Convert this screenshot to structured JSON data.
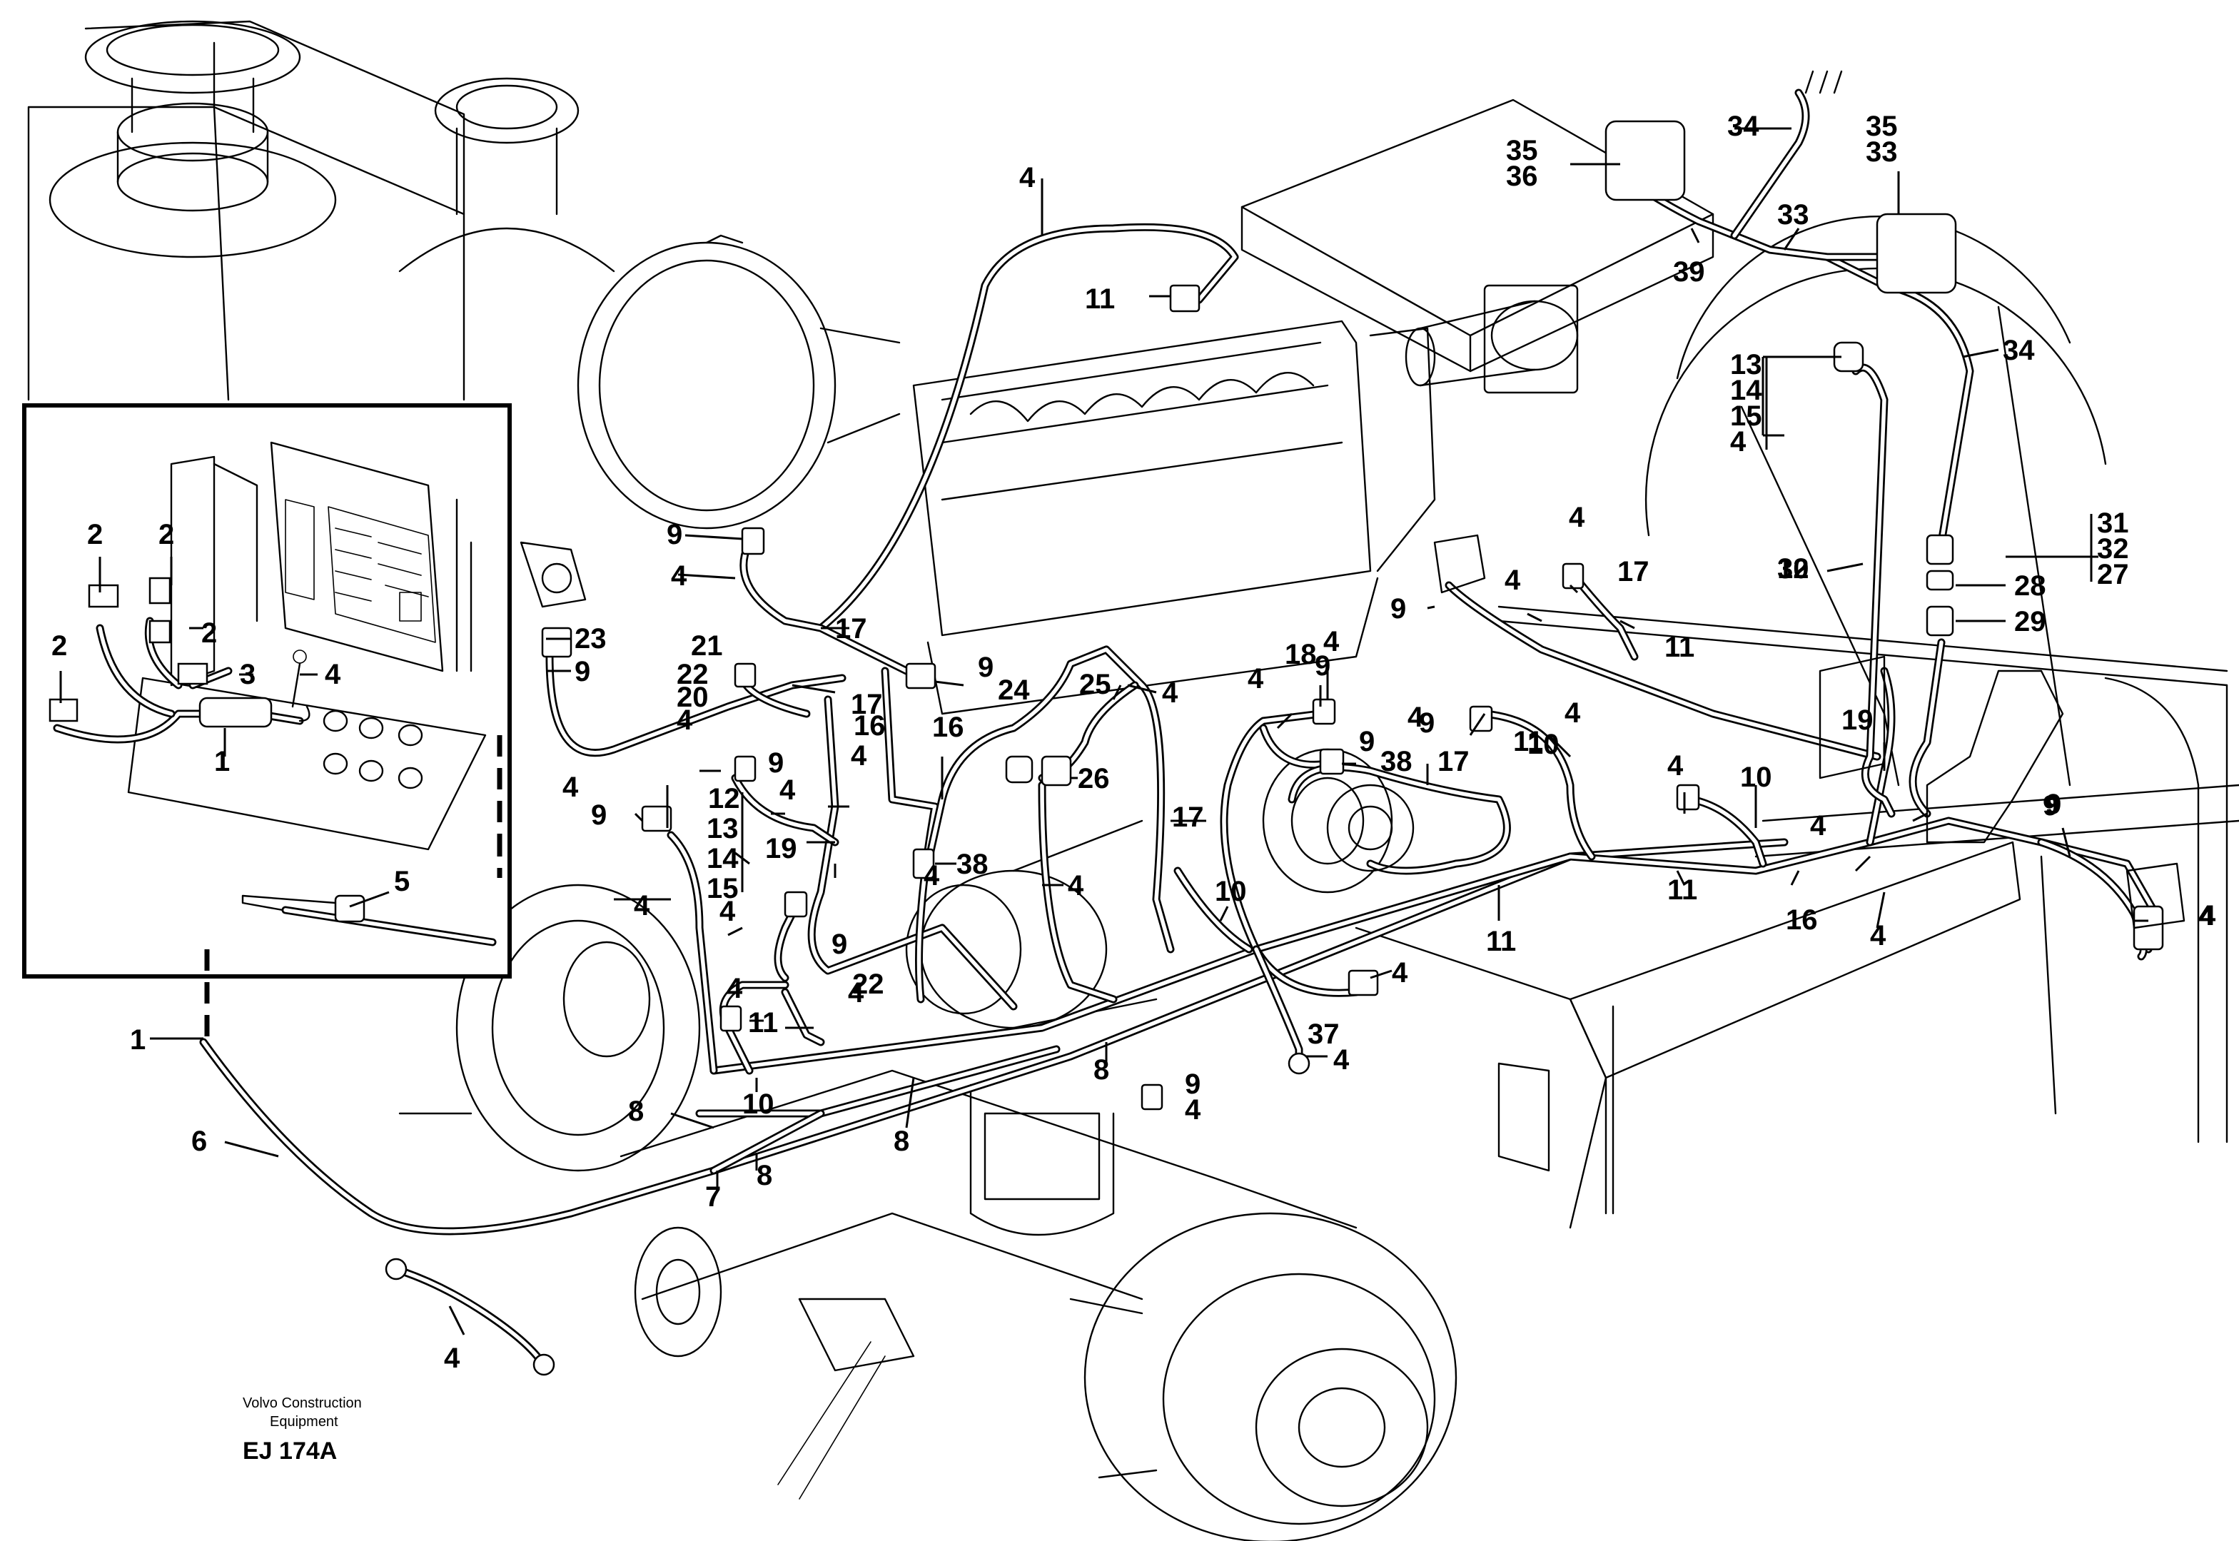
{
  "figure": {
    "publisher_line1": "Volvo Construction",
    "publisher_line2": "Equipment",
    "code": "EJ 174A"
  },
  "callouts": [
    {
      "id": "c1",
      "text": "2"
    },
    {
      "id": "c2",
      "text": "2"
    },
    {
      "id": "c3",
      "text": "2"
    },
    {
      "id": "c4",
      "text": "2"
    },
    {
      "id": "c5",
      "text": "3"
    },
    {
      "id": "c6",
      "text": "4"
    },
    {
      "id": "c7",
      "text": "1"
    },
    {
      "id": "c8",
      "text": "5"
    },
    {
      "id": "c9",
      "text": "1"
    },
    {
      "id": "c10",
      "text": "6"
    },
    {
      "id": "c11",
      "text": "7"
    },
    {
      "id": "c12",
      "text": "8"
    },
    {
      "id": "c13",
      "text": "8"
    },
    {
      "id": "c14",
      "text": "8"
    },
    {
      "id": "c15",
      "text": "8"
    },
    {
      "id": "c16",
      "text": "10"
    },
    {
      "id": "c17",
      "text": "11"
    },
    {
      "id": "c18",
      "text": "4"
    },
    {
      "id": "c19",
      "text": "4"
    },
    {
      "id": "c20",
      "text": "4"
    },
    {
      "id": "c21",
      "text": "4"
    },
    {
      "id": "c22",
      "text": "9"
    },
    {
      "id": "c23",
      "text": "12"
    },
    {
      "id": "c24",
      "text": "13"
    },
    {
      "id": "c25",
      "text": "14"
    },
    {
      "id": "c26",
      "text": "15"
    },
    {
      "id": "c27",
      "text": "9"
    },
    {
      "id": "c28",
      "text": "4"
    },
    {
      "id": "c29",
      "text": "19"
    },
    {
      "id": "c30",
      "text": "9"
    },
    {
      "id": "c31",
      "text": "4"
    },
    {
      "id": "c32",
      "text": "16"
    },
    {
      "id": "c33",
      "text": "17"
    },
    {
      "id": "c34",
      "text": "4"
    },
    {
      "id": "c35",
      "text": "9"
    },
    {
      "id": "c36",
      "text": "4"
    },
    {
      "id": "c37",
      "text": "17"
    },
    {
      "id": "c38",
      "text": "11"
    },
    {
      "id": "c39",
      "text": "23"
    },
    {
      "id": "c40",
      "text": "9"
    },
    {
      "id": "c41",
      "text": "21"
    },
    {
      "id": "c42",
      "text": "22"
    },
    {
      "id": "c43",
      "text": "20"
    },
    {
      "id": "c44",
      "text": "4"
    },
    {
      "id": "c45",
      "text": "4"
    },
    {
      "id": "c46",
      "text": "16"
    },
    {
      "id": "c47",
      "text": "4"
    },
    {
      "id": "c48",
      "text": "22"
    },
    {
      "id": "c49",
      "text": "9"
    },
    {
      "id": "c50",
      "text": "24"
    },
    {
      "id": "c51",
      "text": "4"
    },
    {
      "id": "c52",
      "text": "25"
    },
    {
      "id": "c53",
      "text": "26"
    },
    {
      "id": "c54",
      "text": "38"
    },
    {
      "id": "c55",
      "text": "4"
    },
    {
      "id": "c56",
      "text": "17"
    },
    {
      "id": "c57",
      "text": "4"
    },
    {
      "id": "c58",
      "text": "18"
    },
    {
      "id": "c59",
      "text": "9"
    },
    {
      "id": "c60",
      "text": "4"
    },
    {
      "id": "c61",
      "text": "9"
    },
    {
      "id": "c62",
      "text": "38"
    },
    {
      "id": "c63",
      "text": "17"
    },
    {
      "id": "c64",
      "text": "10"
    },
    {
      "id": "c65",
      "text": "11"
    },
    {
      "id": "c66",
      "text": "4"
    },
    {
      "id": "c67",
      "text": "37"
    },
    {
      "id": "c68",
      "text": "4"
    },
    {
      "id": "c69",
      "text": "9"
    },
    {
      "id": "c70",
      "text": "4"
    },
    {
      "id": "c71",
      "text": "11"
    },
    {
      "id": "c72",
      "text": "9"
    },
    {
      "id": "c73",
      "text": "9"
    },
    {
      "id": "c74",
      "text": "4"
    },
    {
      "id": "c75",
      "text": "4"
    },
    {
      "id": "c76",
      "text": "17"
    },
    {
      "id": "c77",
      "text": "4"
    },
    {
      "id": "c78",
      "text": "11"
    },
    {
      "id": "c79",
      "text": "4"
    },
    {
      "id": "c80",
      "text": "10"
    },
    {
      "id": "c81",
      "text": "11"
    },
    {
      "id": "c82",
      "text": "4"
    },
    {
      "id": "c83",
      "text": "10"
    },
    {
      "id": "c84",
      "text": "16"
    },
    {
      "id": "c85",
      "text": "19"
    },
    {
      "id": "c86",
      "text": "4"
    },
    {
      "id": "c87",
      "text": "4"
    },
    {
      "id": "c88",
      "text": "9"
    },
    {
      "id": "c89",
      "text": "4"
    },
    {
      "id": "c90",
      "text": "12"
    },
    {
      "id": "c91",
      "text": "13"
    },
    {
      "id": "c92",
      "text": "14"
    },
    {
      "id": "c93",
      "text": "15"
    },
    {
      "id": "c94",
      "text": "4"
    },
    {
      "id": "c95",
      "text": "30"
    },
    {
      "id": "c96",
      "text": "31"
    },
    {
      "id": "c97",
      "text": "32"
    },
    {
      "id": "c98",
      "text": "27"
    },
    {
      "id": "c99",
      "text": "28"
    },
    {
      "id": "c100",
      "text": "29"
    },
    {
      "id": "c101",
      "text": "34"
    },
    {
      "id": "c102",
      "text": "35"
    },
    {
      "id": "c103",
      "text": "36"
    },
    {
      "id": "c104",
      "text": "34"
    },
    {
      "id": "c105",
      "text": "35"
    },
    {
      "id": "c106",
      "text": "33"
    },
    {
      "id": "c107",
      "text": "33"
    },
    {
      "id": "c108",
      "text": "39"
    },
    {
      "id": "c109",
      "text": "4"
    },
    {
      "id": "c110",
      "text": "9"
    },
    {
      "id": "c111",
      "text": "4"
    }
  ]
}
